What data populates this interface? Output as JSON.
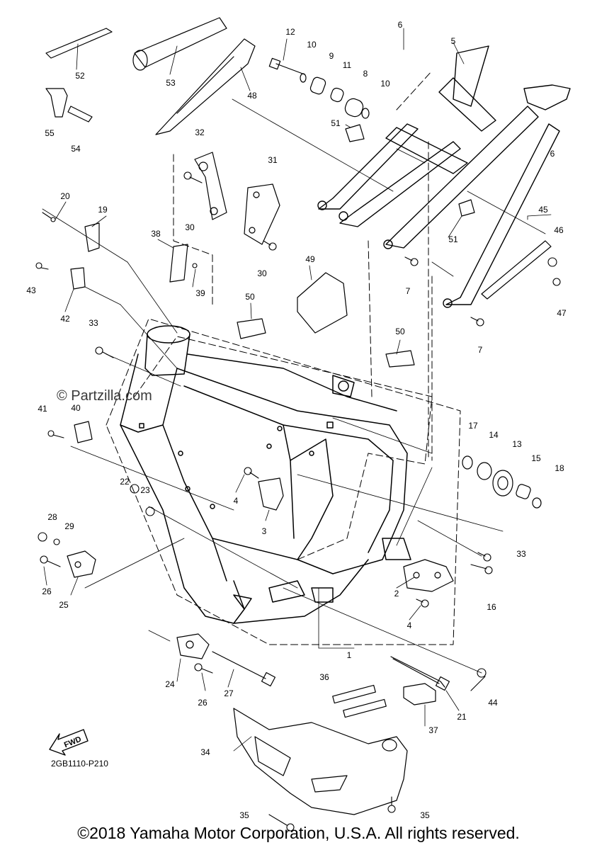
{
  "callouts": [
    "1",
    "2",
    "3",
    "4",
    "4",
    "5",
    "6",
    "6",
    "7",
    "7",
    "8",
    "9",
    "10",
    "10",
    "11",
    "12",
    "13",
    "14",
    "15",
    "16",
    "17",
    "18",
    "19",
    "20",
    "21",
    "22",
    "23",
    "24",
    "25",
    "26",
    "26",
    "27",
    "28",
    "29",
    "30",
    "30",
    "31",
    "32",
    "33",
    "33",
    "34",
    "35",
    "35",
    "36",
    "37",
    "38",
    "39",
    "40",
    "41",
    "42",
    "43",
    "44",
    "45",
    "46",
    "47",
    "48",
    "49",
    "50",
    "50",
    "51",
    "51",
    "52",
    "53",
    "54",
    "55"
  ],
  "watermark": "© Partzilla.com",
  "diagram_code": "2GB1110-P210",
  "fwd_label": "FWD",
  "copyright": "©2018 Yamaha Motor Corporation, U.S.A. All rights reserved.",
  "icons": {
    "fwd": "fwd-arrow-icon"
  }
}
